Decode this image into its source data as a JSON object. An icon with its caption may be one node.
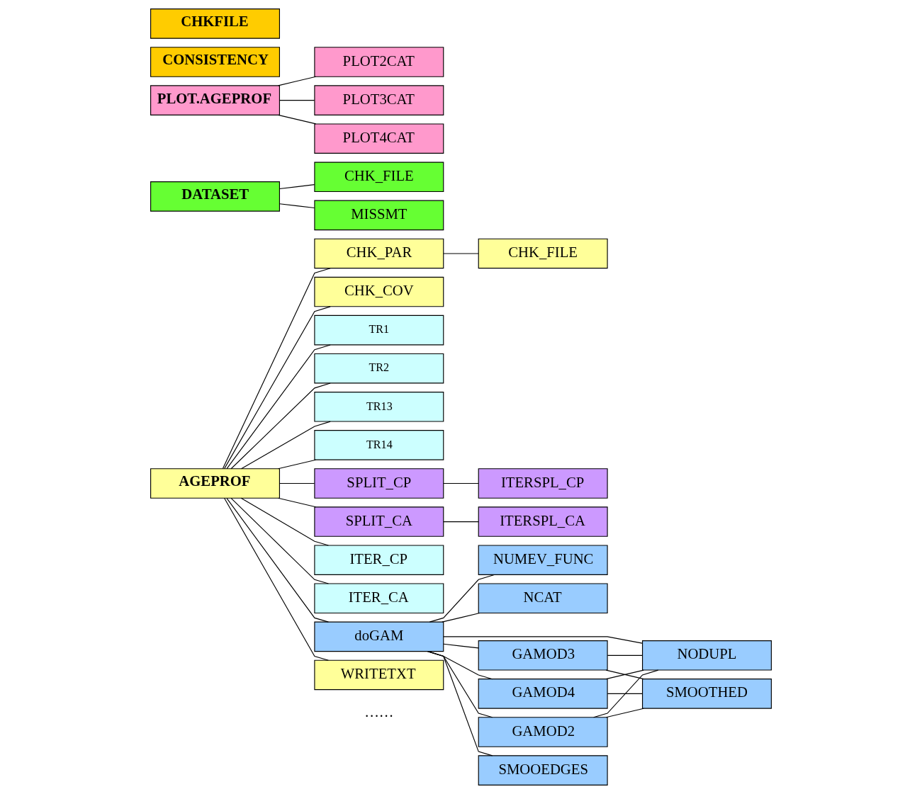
{
  "diagram": {
    "nodes": [
      {
        "text": [
          "AGEPROF"
        ]
      },
      {
        "text": [
          "CHK_PAR"
        ]
      },
      {
        "text": [
          "CHK_FILE"
        ]
      },
      {
        "text": [
          "CHK_COV"
        ]
      },
      {
        "text": [
          "TR1"
        ]
      },
      {
        "text": [
          "TR2"
        ]
      },
      {
        "text": [
          "TR13"
        ]
      },
      {
        "text": [
          "TR14"
        ]
      },
      {
        "text": [
          "SPLIT_CP"
        ]
      },
      {
        "text": [
          "ITERSPL_CP"
        ]
      },
      {
        "text": [
          "SPLIT_CA"
        ]
      },
      {
        "text": [
          "ITERSPL_CA"
        ]
      },
      {
        "text": [
          "ITER_CP"
        ]
      },
      {
        "text": [
          "ITER_CA"
        ]
      },
      {
        "text": [
          "GAMOD2"
        ]
      },
      {
        "text": [
          "SMOOTHED"
        ]
      },
      {
        "text": [
          "GAMOD3"
        ]
      },
      {
        "text": [
          "doGAM"
        ]
      },
      {
        "text": [
          "GAMOD4"
        ]
      },
      {
        "text": [
          "NODUPL"
        ]
      },
      {
        "text": [
          "WRITETXT"
        ]
      },
      {
        "text": [
          "SMOOEDGES"
        ]
      },
      {
        "text": [
          "NUMEV_FUNC"
        ]
      },
      {
        "text": [
          "NCAT"
        ]
      },
      {
        "text": [
          "DATASET"
        ]
      },
      {
        "text": [
          "CHK_FILE"
        ]
      },
      {
        "text": [
          "MISSMT"
        ]
      },
      {
        "text": [
          "PLOT.AGEPROF"
        ]
      },
      {
        "text": [
          "PLOT2CAT"
        ]
      },
      {
        "text": [
          "PLOT3CAT"
        ]
      },
      {
        "text": [
          "PLOT4CAT"
        ]
      },
      {
        "text": [
          "CONSISTENCY"
        ]
      },
      {
        "text": [
          "CHKFILE"
        ]
      }
    ],
    "edges": [
      {
        "from": 0,
        "to": 1,
        "arrow": "none"
      },
      {
        "from": 1,
        "to": 2,
        "arrow": "none"
      },
      {
        "from": 0,
        "to": 3,
        "arrow": "none"
      },
      {
        "from": 0,
        "to": 4,
        "arrow": "none"
      },
      {
        "from": 0,
        "to": 5,
        "arrow": "none"
      },
      {
        "from": 0,
        "to": 6,
        "arrow": "none"
      },
      {
        "from": 0,
        "to": 7,
        "arrow": "none"
      },
      {
        "from": 0,
        "to": 8,
        "arrow": "none"
      },
      {
        "from": 8,
        "to": 9,
        "arrow": "none"
      },
      {
        "from": 0,
        "to": 10,
        "arrow": "none"
      },
      {
        "from": 10,
        "to": 11,
        "arrow": "none"
      },
      {
        "from": 0,
        "to": 12,
        "arrow": "none"
      },
      {
        "from": 0,
        "to": 13,
        "arrow": "none"
      },
      {
        "from": 0,
        "to": 17,
        "arrow": "none"
      },
      {
        "from": 0,
        "to": 20,
        "arrow": "none"
      },
      {
        "from": 17,
        "to": 14,
        "arrow": "none"
      },
      {
        "from": 17,
        "to": 16,
        "arrow": "none"
      },
      {
        "from": 17,
        "to": 18,
        "arrow": "none"
      },
      {
        "from": 17,
        "to": 19,
        "arrow": "none"
      },
      {
        "from": 17,
        "to": 21,
        "arrow": "none"
      },
      {
        "from": 17,
        "to": 22,
        "arrow": "none"
      },
      {
        "from": 17,
        "to": 23,
        "arrow": "none"
      },
      {
        "from": 14,
        "to": 15,
        "arrow": "none"
      },
      {
        "from": 14,
        "to": 19,
        "arrow": "none"
      },
      {
        "from": 16,
        "to": 15,
        "arrow": "none"
      },
      {
        "from": 16,
        "to": 19,
        "arrow": "none"
      },
      {
        "from": 18,
        "to": 15,
        "arrow": "none"
      },
      {
        "from": 18,
        "to": 19,
        "arrow": "none"
      },
      {
        "from": 24,
        "to": 25,
        "arrow": "none"
      },
      {
        "from": 24,
        "to": 26,
        "arrow": "none"
      },
      {
        "from": 27,
        "to": 28,
        "arrow": "none"
      },
      {
        "from": 27,
        "to": 29,
        "arrow": "none"
      },
      {
        "from": 27,
        "to": 30,
        "arrow": "none"
      }
    ],
    "labels": [
      "……"
    ]
  }
}
